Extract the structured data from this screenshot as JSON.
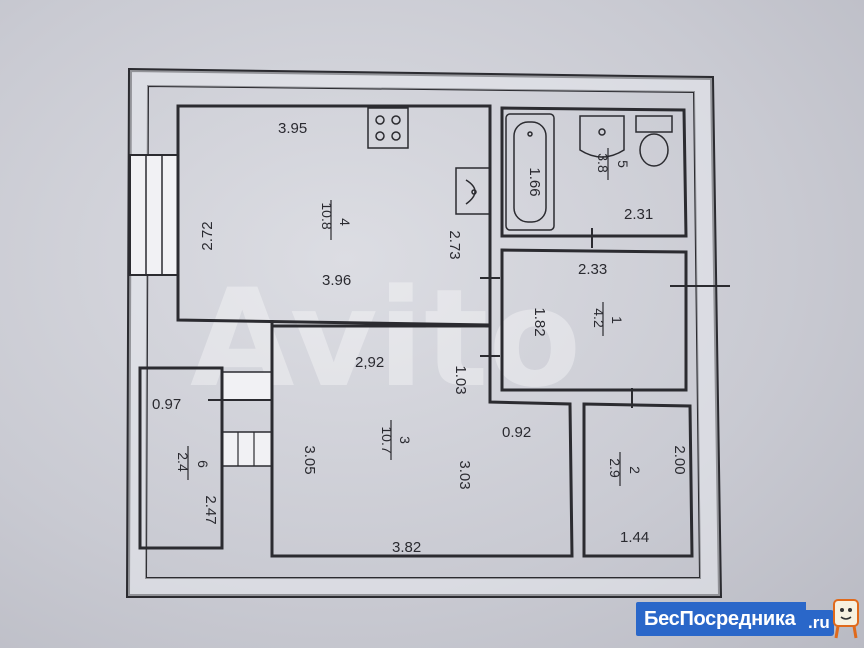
{
  "watermark": "Avito",
  "rooms": [
    {
      "id": "4",
      "area": "10.8",
      "dims": [
        "3.95",
        "3.96",
        "2.72",
        "2.73"
      ]
    },
    {
      "id": "5",
      "area": "3.8",
      "dims": [
        "2.31"
      ]
    },
    {
      "id": "1",
      "area": "4.2",
      "dims": [
        "2.33",
        "1.82"
      ]
    },
    {
      "id": "3",
      "area": "10.7",
      "dims": [
        "2,92",
        "3.82",
        "3.05",
        "3.03",
        "1.03",
        "0.92"
      ]
    },
    {
      "id": "6",
      "area": "2.4",
      "dims": [
        "0.97",
        "2.47"
      ]
    },
    {
      "id": "2",
      "area": "2.9",
      "dims": [
        "2.00",
        "1.44"
      ]
    }
  ],
  "bath_length": "1.66",
  "logo": {
    "name": "БесПосредника",
    "tld": ".ru"
  }
}
